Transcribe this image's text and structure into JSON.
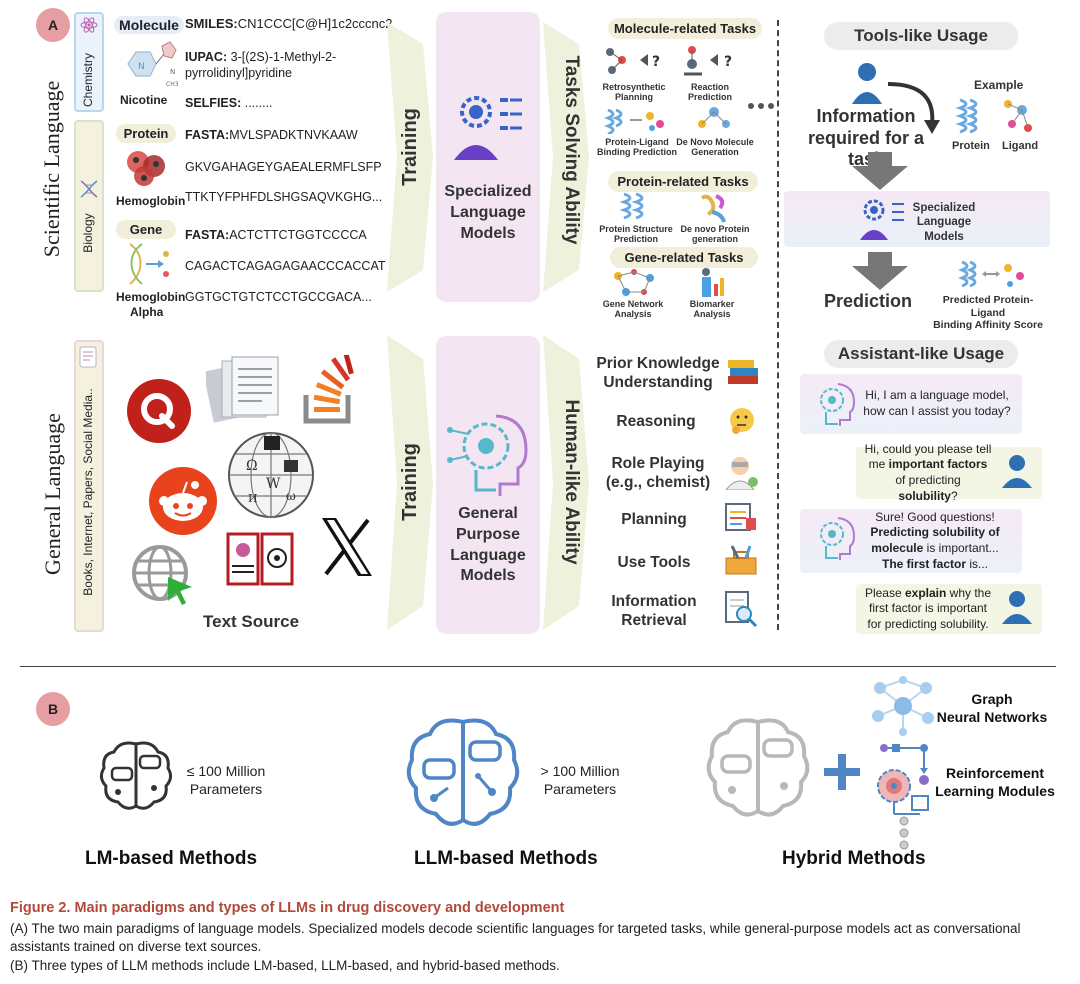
{
  "panel_a": {
    "letter": "A",
    "scientific_language": "Scientific Language",
    "general_language": "General Language",
    "chemistry": "Chemistry",
    "biology": "Biology",
    "general_sources_vertical": "Books, Internet, Papers, Social Media..",
    "molecule": {
      "label": "Molecule",
      "name": "Nicotine",
      "smiles_key": "SMILES:",
      "smiles_value": "CN1CCC[C@H]1c2cccnc2",
      "iupac_key": "IUPAC:",
      "iupac_value_1": " 3-[(2S)-1-Methyl-2-",
      "iupac_value_2": "pyrrolidinyl]pyridine",
      "selfies_key": "SELFIES:",
      "selfies_value": " ........"
    },
    "protein": {
      "label": "Protein",
      "name": "Hemoglobin",
      "fasta_key": "FASTA:",
      "line1": "MVLSPADKTNVKAAW",
      "line2": "GKVGAHAGEYGAEALERMFLSFP",
      "line3": "TTKTYFPHFDLSHGSAQVKGHG..."
    },
    "gene": {
      "label": "Gene",
      "name_1": "Hemoglobin",
      "name_2": "Alpha",
      "fasta_key": "FASTA:",
      "line1": "ACTCTTCTGGTCCCCA",
      "line2": "CAGACTCAGAGAGAACCCACCAT",
      "line3": "GGTGCTGTCTCCTGCCGACA..."
    },
    "text_source": "Text Source",
    "training_top": "Training",
    "training_bottom": "Training",
    "specialized_model": {
      "line1": "Specialized",
      "line2": "Language",
      "line3": "Models"
    },
    "general_model": {
      "line1": "General",
      "line2": "Purpose",
      "line3": "Language",
      "line4": "Models"
    },
    "tasks_solving_ability": "Tasks Solving Ability",
    "human_like_ability": "Human-like Ability",
    "molecule_tasks": {
      "title": "Molecule-related Tasks",
      "retro_1": "Retrosynthetic",
      "retro_2": "Planning",
      "reaction_1": "Reaction",
      "reaction_2": "Prediction",
      "plb_1": "Protein-Ligand",
      "plb_2": "Binding Prediction",
      "denovo_1": "De Novo Molecule",
      "denovo_2": "Generation",
      "question": "?"
    },
    "protein_tasks": {
      "title": "Protein-related Tasks",
      "struct_1": "Protein Structure",
      "struct_2": "Prediction",
      "gen_1": "De novo Protein",
      "gen_2": "generation"
    },
    "gene_tasks": {
      "title": "Gene-related Tasks",
      "network_1": "Gene Network",
      "network_2": "Analysis",
      "biomarker_1": "Biomarker",
      "biomarker_2": "Analysis"
    },
    "human_tasks": {
      "prior_1": "Prior Knowledge",
      "prior_2": "Understanding",
      "reasoning": "Reasoning",
      "role_1": "Role Playing",
      "role_2": "(e.g., chemist)",
      "planning": "Planning",
      "tools": "Use Tools",
      "info_1": "Information",
      "info_2": "Retrieval"
    },
    "tools_usage": {
      "title": "Tools-like Usage",
      "info_1": "Information",
      "info_2": "required for a task",
      "example": "Example",
      "protein": "Protein",
      "ligand": "Ligand",
      "model_1": "Specialized",
      "model_2": "Language",
      "model_3": "Models",
      "prediction": "Prediction",
      "predicted_1": "Predicted Protein-Ligand",
      "predicted_2": "Binding Affinity Score"
    },
    "assistant_usage": {
      "title": "Assistant-like Usage",
      "msg1": "Hi, I am a language model, how can I assist you today?",
      "msg2_a": "Hi, could you please tell me ",
      "msg2_b": "important factors",
      "msg2_c": " of predicting ",
      "msg2_d": "solubility",
      "msg2_e": "?",
      "msg3_a": "Sure! Good questions!",
      "msg3_b": "Predicting solubility of molecule",
      "msg3_c": " is important...",
      "msg3_d": "The first factor",
      "msg3_e": " is...",
      "msg4_a": "Please ",
      "msg4_b": "explain",
      "msg4_c": " why the first factor is important for predicting solubility."
    }
  },
  "panel_b": {
    "letter": "B",
    "lm_params_1": "≤ 100 Million",
    "lm_params_2": "Parameters",
    "llm_params_1": "> 100 Million",
    "llm_params_2": "Parameters",
    "gnn_1": "Graph",
    "gnn_2": "Neural Networks",
    "rl_1": "Reinforcement",
    "rl_2": "Learning Modules",
    "lm_method": "LM-based Methods",
    "llm_method": "LLM-based Methods",
    "hybrid_method": "Hybrid Methods"
  },
  "caption": {
    "title": "Figure 2. Main paradigms and types of LLMs in drug discovery and development",
    "line_a": "(A) The two main paradigms of language models. Specialized models decode scientific languages for targeted tasks, while general-purpose models act as conversational assistants trained on diverse text sources.",
    "line_b": "(B) Three types of LLM methods include LM-based, LLM-based, and hybrid-based methods."
  },
  "colors": {
    "accent_pink": "#e79ea2",
    "chevron": "#eef1dc",
    "model_card": "#f3e6f2",
    "caption_title": "#b24a3a",
    "brain_blue": "#4f86c6",
    "quora_red": "#c0221b",
    "reddit_orange": "#e8431c"
  }
}
